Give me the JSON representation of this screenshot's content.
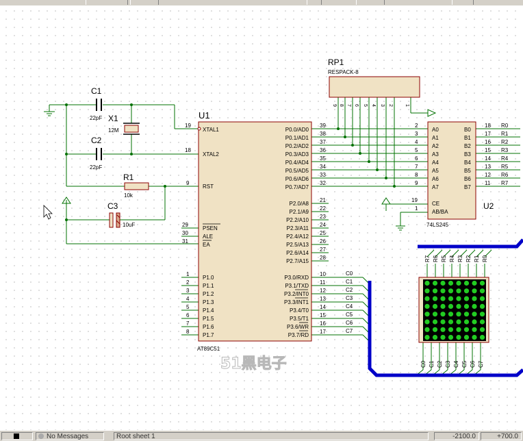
{
  "schematic": {
    "components": {
      "u1": {
        "ref": "U1",
        "part": "AT89C51"
      },
      "u2": {
        "ref": "U2",
        "part": "74LS245"
      },
      "rp1": {
        "ref": "RP1",
        "part": "RESPACK-8",
        "pins": [
          "9",
          "8",
          "7",
          "6",
          "5",
          "4",
          "3",
          "2",
          "1"
        ]
      },
      "c1": {
        "ref": "C1",
        "value": "22pF"
      },
      "c2": {
        "ref": "C2",
        "value": "22pF"
      },
      "c3": {
        "ref": "C3",
        "value": "10uF"
      },
      "x1": {
        "ref": "X1",
        "value": "12M"
      },
      "r1": {
        "ref": "R1",
        "value": "10k"
      }
    },
    "u1_left_pins": [
      {
        "num": "19",
        "name": "XTAL1"
      },
      {
        "num": "18",
        "name": "XTAL2"
      },
      {
        "num": "9",
        "name": "RST"
      },
      {
        "num": "29",
        "name": "PSEN"
      },
      {
        "num": "30",
        "name": "ALE"
      },
      {
        "num": "31",
        "name": "EA"
      },
      {
        "num": "1",
        "name": "P1.0"
      },
      {
        "num": "2",
        "name": "P1.1"
      },
      {
        "num": "3",
        "name": "P1.2"
      },
      {
        "num": "4",
        "name": "P1.3"
      },
      {
        "num": "5",
        "name": "P1.4"
      },
      {
        "num": "6",
        "name": "P1.5"
      },
      {
        "num": "7",
        "name": "P1.6"
      },
      {
        "num": "8",
        "name": "P1.7"
      }
    ],
    "u1_right_pins": [
      {
        "num": "39",
        "name": "P0.0/AD0"
      },
      {
        "num": "38",
        "name": "P0.1/AD1"
      },
      {
        "num": "37",
        "name": "P0.2/AD2"
      },
      {
        "num": "36",
        "name": "P0.3/AD3"
      },
      {
        "num": "35",
        "name": "P0.4/AD4"
      },
      {
        "num": "34",
        "name": "P0.5/AD5"
      },
      {
        "num": "33",
        "name": "P0.6/AD6"
      },
      {
        "num": "32",
        "name": "P0.7/AD7"
      },
      {
        "num": "21",
        "name": "P2.0/A8"
      },
      {
        "num": "22",
        "name": "P2.1/A9"
      },
      {
        "num": "23",
        "name": "P2.2/A10"
      },
      {
        "num": "24",
        "name": "P2.3/A11"
      },
      {
        "num": "25",
        "name": "P2.4/A12"
      },
      {
        "num": "26",
        "name": "P2.5/A13"
      },
      {
        "num": "27",
        "name": "P2.6/A14"
      },
      {
        "num": "28",
        "name": "P2.7/A15"
      },
      {
        "num": "10",
        "name": "P3.0/RXD"
      },
      {
        "num": "11",
        "name": "P3.1/TXD"
      },
      {
        "num": "12",
        "name": "P3.2/INT0"
      },
      {
        "num": "13",
        "name": "P3.3/INT1"
      },
      {
        "num": "14",
        "name": "P3.4/T0"
      },
      {
        "num": "15",
        "name": "P3.5/T1"
      },
      {
        "num": "16",
        "name": "P3.6/WR"
      },
      {
        "num": "17",
        "name": "P3.7/RD"
      }
    ],
    "p3_nets": [
      "C0",
      "C1",
      "C2",
      "C3",
      "C4",
      "C5",
      "C6",
      "C7"
    ],
    "u2_left_pins": [
      {
        "num": "2",
        "name": "A0"
      },
      {
        "num": "3",
        "name": "A1"
      },
      {
        "num": "4",
        "name": "A2"
      },
      {
        "num": "5",
        "name": "A3"
      },
      {
        "num": "6",
        "name": "A4"
      },
      {
        "num": "7",
        "name": "A5"
      },
      {
        "num": "8",
        "name": "A6"
      },
      {
        "num": "9",
        "name": "A7"
      },
      {
        "num": "19",
        "name": "CE"
      },
      {
        "num": "1",
        "name": "AB/BA"
      }
    ],
    "u2_right_pins": [
      {
        "num": "18",
        "name": "B0",
        "net": "R0"
      },
      {
        "num": "17",
        "name": "B1",
        "net": "R1"
      },
      {
        "num": "16",
        "name": "B2",
        "net": "R2"
      },
      {
        "num": "15",
        "name": "B3",
        "net": "R3"
      },
      {
        "num": "14",
        "name": "B4",
        "net": "R4"
      },
      {
        "num": "13",
        "name": "B5",
        "net": "R5"
      },
      {
        "num": "12",
        "name": "B6",
        "net": "R6"
      },
      {
        "num": "11",
        "name": "B7",
        "net": "R7"
      }
    ],
    "matrix_top_labels": [
      "R7",
      "R6",
      "R5",
      "R4",
      "R3",
      "R2",
      "R1",
      "R0"
    ],
    "matrix_bottom_labels": [
      "C0",
      "C1",
      "C2",
      "C3",
      "C4",
      "C5",
      "C6",
      "C7"
    ],
    "watermark": "51黑电子"
  },
  "status_bar": {
    "messages": "No Messages",
    "sheet": "Root sheet 1",
    "coord_x": "-2100.0",
    "coord_y": "+700.0"
  },
  "colors": {
    "wire": "#007000",
    "component": "#8b0000",
    "chip_fill": "#f0e2c4",
    "bus": "#0000c8",
    "led_on": "#22cc22",
    "matrix_bg": "#000000"
  }
}
